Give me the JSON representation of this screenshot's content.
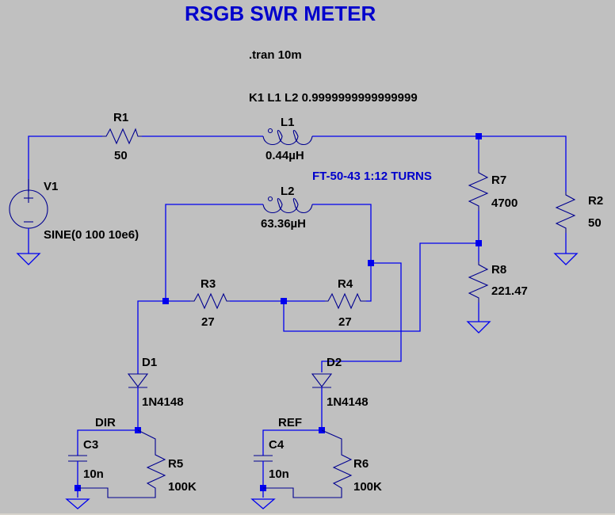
{
  "title": "RSGB SWR METER",
  "directives": {
    "tran": ".tran 10m",
    "coupling": "K1 L1 L2 0.9999999999999999"
  },
  "annotation": "FT-50-43 1:12 TURNS",
  "components": {
    "V1": {
      "name": "V1",
      "value": "SINE(0 100 10e6)"
    },
    "R1": {
      "name": "R1",
      "value": "50"
    },
    "L1": {
      "name": "L1",
      "value": "0.44µH"
    },
    "L2": {
      "name": "L2",
      "value": "63.36µH"
    },
    "R2": {
      "name": "R2",
      "value": "50"
    },
    "R3": {
      "name": "R3",
      "value": "27"
    },
    "R4": {
      "name": "R4",
      "value": "27"
    },
    "R5": {
      "name": "R5",
      "value": "100K"
    },
    "R6": {
      "name": "R6",
      "value": "100K"
    },
    "R7": {
      "name": "R7",
      "value": "4700"
    },
    "R8": {
      "name": "R8",
      "value": "221.47"
    },
    "D1": {
      "name": "D1",
      "value": "1N4148"
    },
    "D2": {
      "name": "D2",
      "value": "1N4148"
    },
    "C3": {
      "name": "C3",
      "value": "10n"
    },
    "C4": {
      "name": "C4",
      "value": "10n"
    }
  },
  "net_labels": {
    "dir": "DIR",
    "ref": "REF"
  },
  "colors": {
    "background": "#c0c0c0",
    "wire": "#0000ee",
    "title": "#0000cc",
    "text": "#000000"
  }
}
